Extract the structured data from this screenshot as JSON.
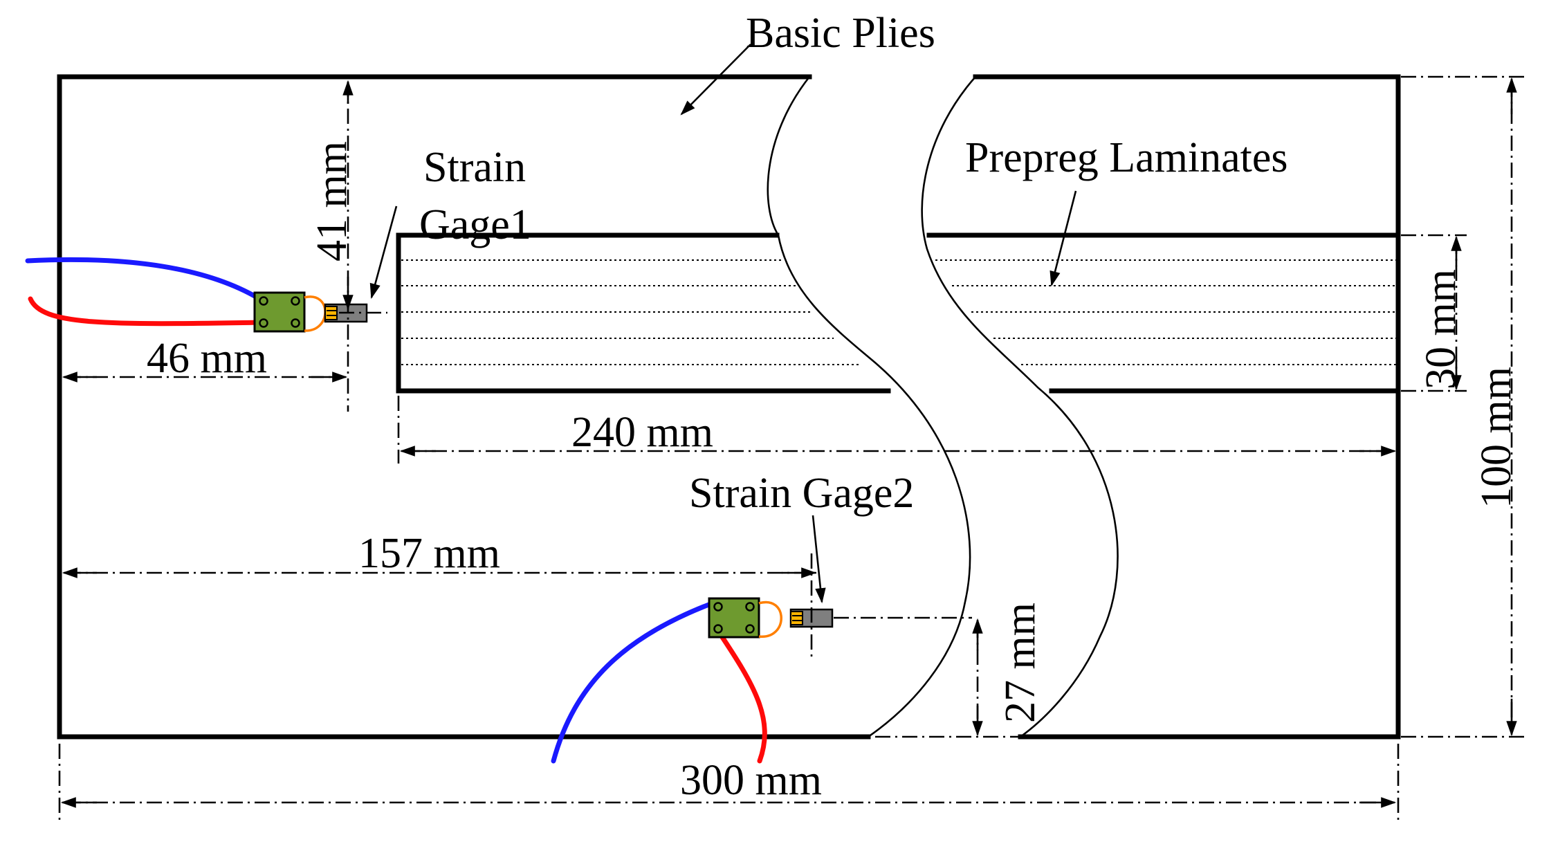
{
  "labels": {
    "basic_plies": "Basic Plies",
    "prepreg_laminates": "Prepreg Laminates",
    "strain_gage1_line1": "Strain",
    "strain_gage1_line2": "Gage1",
    "strain_gage2": "Strain Gage2"
  },
  "dimensions": {
    "d41": "41 mm",
    "d46": "46 mm",
    "d240": "240 mm",
    "d30": "30 mm",
    "d100": "100 mm",
    "d157": "157 mm",
    "d27": "27 mm",
    "d300": "300 mm"
  },
  "colors": {
    "outline": "#000000",
    "wire_blue": "#1a1aff",
    "wire_red": "#ff0a0a",
    "jumper_orange": "#ff7f00",
    "gage_board": "#6e9a2f",
    "gage_grid": "#7f7f7f"
  }
}
